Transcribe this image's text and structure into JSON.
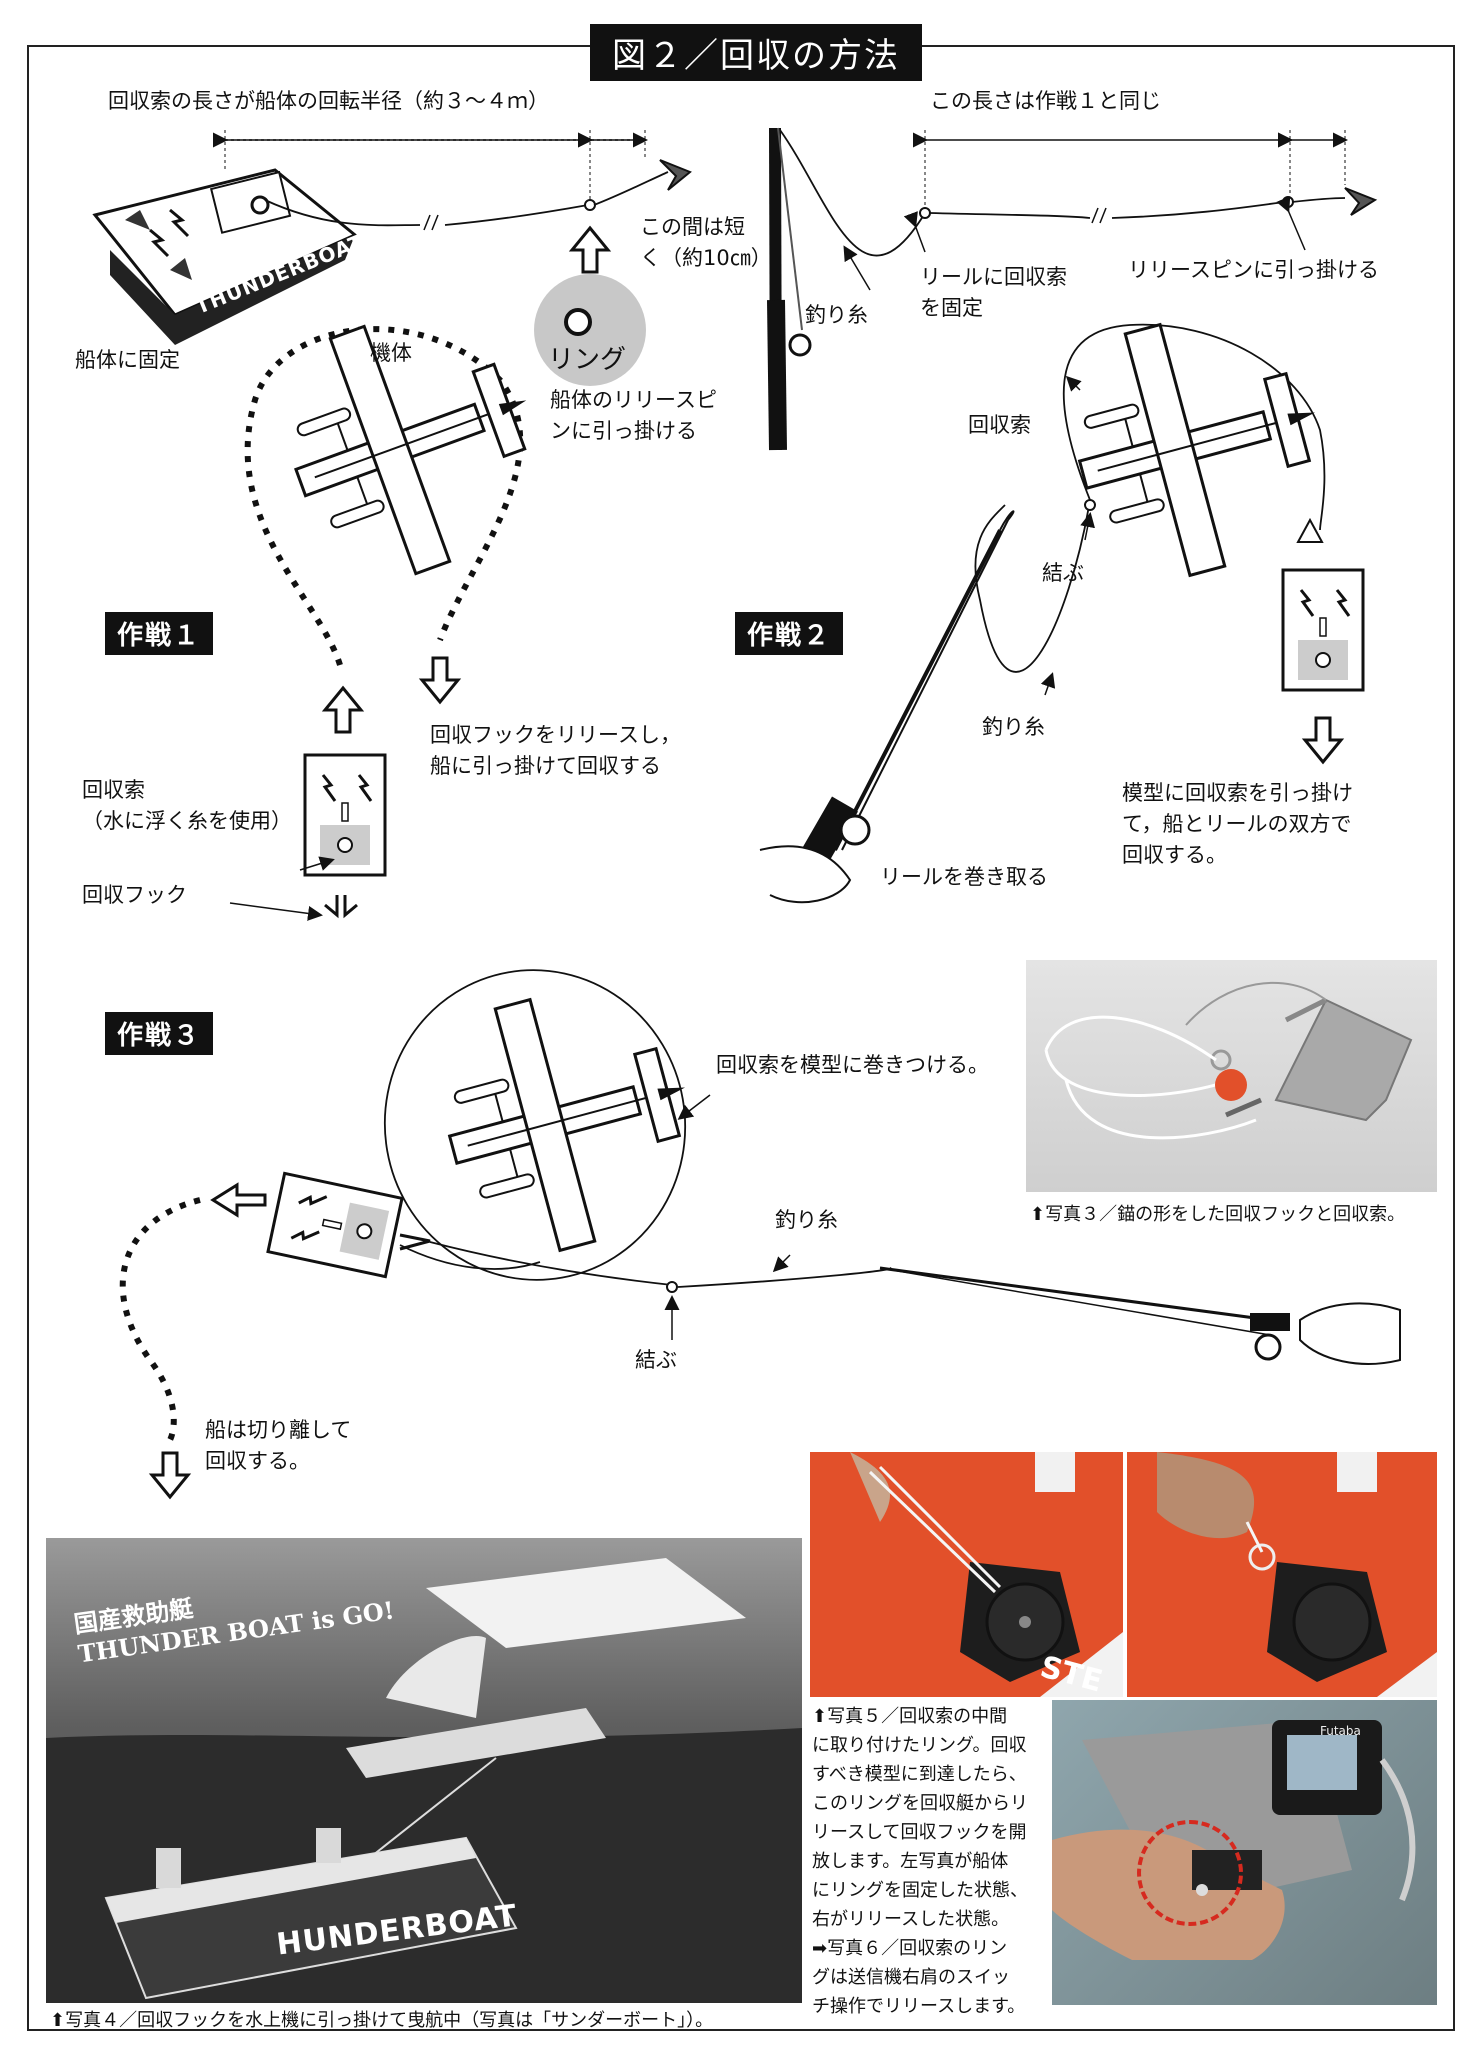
{
  "title": "図２／回収の方法",
  "top": {
    "left_dim": "回収索の長さが船体の回転半径（約３～４ｍ）",
    "right_dim": "この長さは作戦１と同じ",
    "short_note": "この間は短\nく（約10㎝）",
    "hull_fix": "船体に固定",
    "ring": "リング",
    "ring_note": "船体のリリースピ\nンに引っ掛ける",
    "fishing_line": "釣り糸",
    "reel_fix": "リールに回収索\nを固定",
    "release_pin": "リリースピンに引っ掛ける",
    "boat_label": "THUNDERBOAT"
  },
  "op1": {
    "badge": "作戦１",
    "airframe": "機体",
    "release_text": "回収フックをリリースし，\n船に引っ掛けて回収する",
    "rope": "回収索\n（水に浮く糸を使用）",
    "hook": "回収フック"
  },
  "op2": {
    "badge": "作戦２",
    "rope": "回収索",
    "tie": "結ぶ",
    "fishing_line": "釣り糸",
    "reel": "リールを巻き取る",
    "note": "模型に回収索を引っ掛け\nて，船とリールの双方で\n回収する。"
  },
  "op3": {
    "badge": "作戦３",
    "wrap": "回収索を模型に巻きつける。",
    "fishing_line": "釣り糸",
    "tie": "結ぶ",
    "cut": "船は切り離して\n回収する。"
  },
  "photos": {
    "p3_caption": "⬆写真３／錨の形をした回収フックと回収索。",
    "p4_caption": "⬆写真４／回収フックを水上機に引っ掛けて曳航中（写真は「サンダーボート」）。",
    "p4_overlay": "国産救助艇\nTHUNDER BOAT is GO!",
    "p4_hull": "HUNDERBOAT",
    "p56_caption": "⬆写真５／回収索の中間\nに取り付けたリング。回収\nすべき模型に到達したら、\nこのリングを回収艇からリ\nリースして回収フックを開\n放します。左写真が船体\nにリングを固定した状態、\n右がリリースした状態。\n➡写真６／回収索のリン\nグは送信機右肩のスイッ\nチ操作でリリースします。",
    "p5_boat_text": "STE",
    "p6_brand": "Futaba"
  },
  "colors": {
    "boat_orange": "#e2502a",
    "highlight_red": "#d62a1f"
  }
}
